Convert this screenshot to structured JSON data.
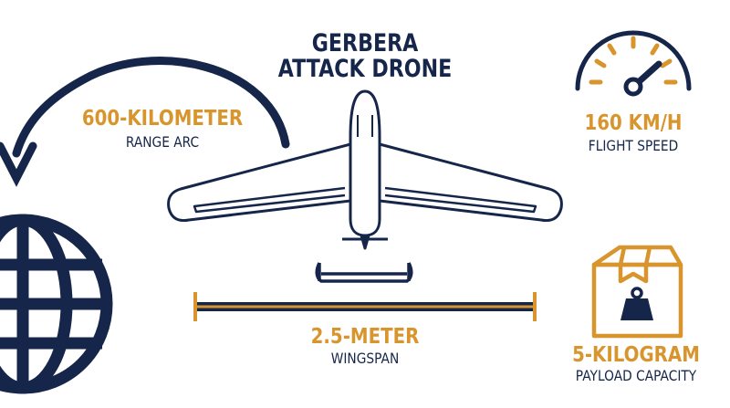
{
  "title": {
    "line1": "GERBERA",
    "line2": "ATTACK DRONE"
  },
  "range": {
    "value": "600-KILOMETER",
    "label": "RANGE ARC"
  },
  "speed": {
    "value": "160 KM/H",
    "label": "FLIGHT SPEED"
  },
  "wingspan": {
    "value": "2.5-METER",
    "label": "WINGSPAN"
  },
  "payload": {
    "value": "5-KILOGRAM",
    "label": "PAYLOAD CAPACITY"
  },
  "colors": {
    "navy": "#16264a",
    "gold": "#d8952d"
  },
  "icons": [
    "globe-icon",
    "arc-arrow-icon",
    "drone-icon",
    "speedometer-icon",
    "wingspan-bar-icon",
    "payload-box-icon",
    "weight-icon"
  ]
}
